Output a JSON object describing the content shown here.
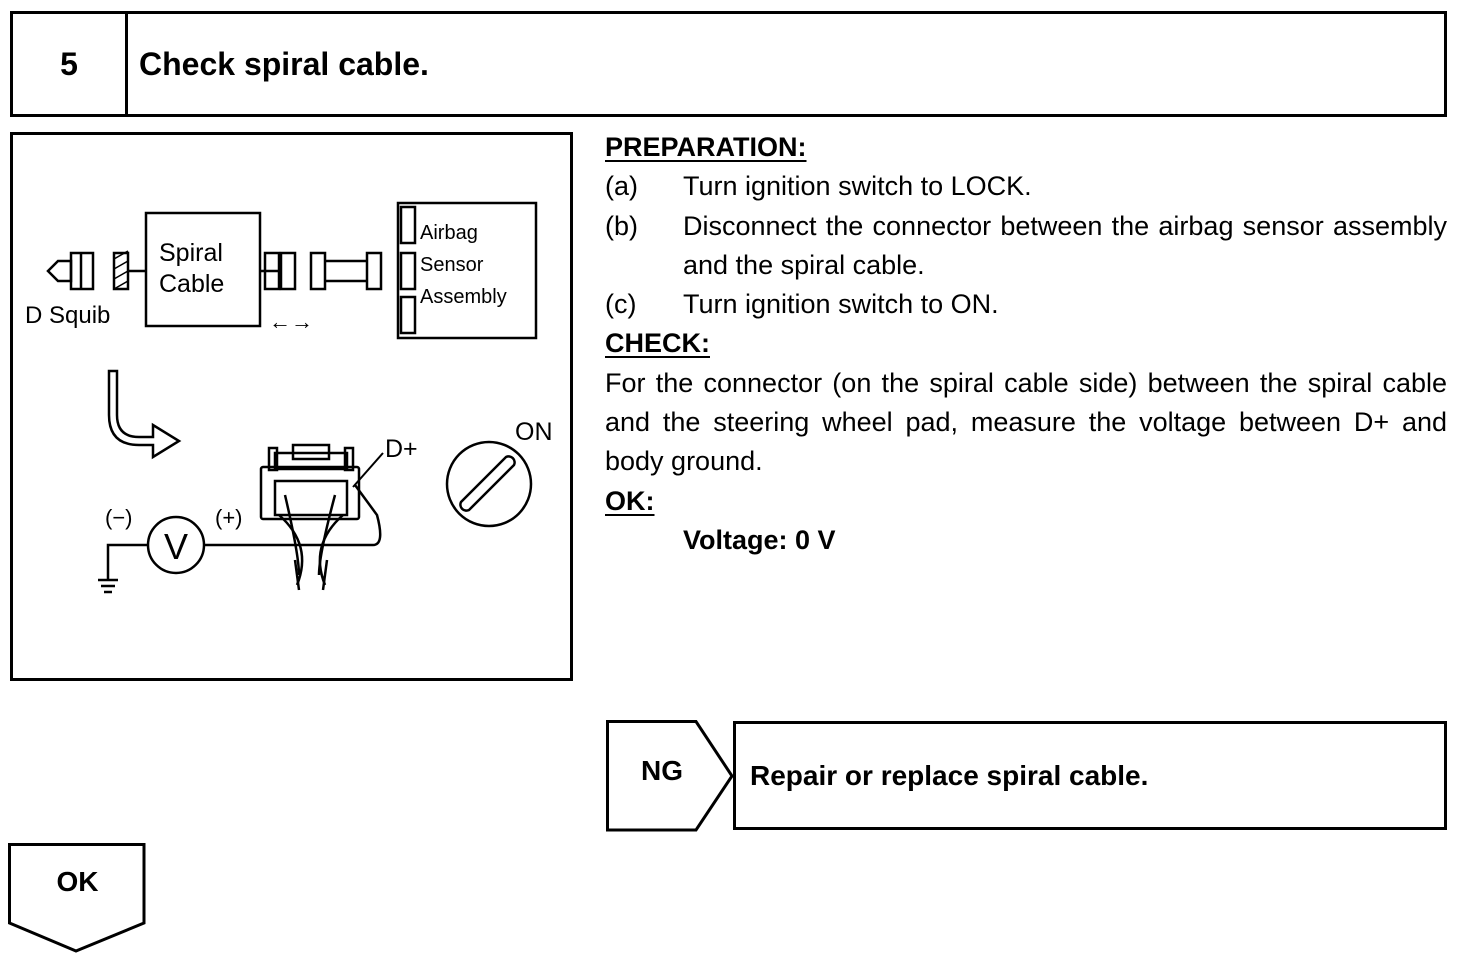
{
  "step": {
    "number": "5",
    "title": "Check spiral cable."
  },
  "figure": {
    "labels": {
      "d_squib": "D Squib",
      "spiral_line1": "Spiral",
      "spiral_line2": "Cable",
      "airbag_line1": "Airbag",
      "airbag_line2": "Sensor",
      "airbag_line3": "Assembly",
      "disconnect_arrows": "←→",
      "d_plus": "D+",
      "on": "ON",
      "minus": "(−)",
      "plus": "(+)",
      "voltmeter": "V"
    }
  },
  "procedure": {
    "preparation_header": "PREPARATION:",
    "items": [
      {
        "label": "(a)",
        "text": "Turn ignition switch to LOCK."
      },
      {
        "label": "(b)",
        "text": "Disconnect the connector between the airbag sensor assembly and the spiral cable."
      },
      {
        "label": "(c)",
        "text": "Turn ignition switch to ON."
      }
    ],
    "check_header": "CHECK:",
    "check_text": "For the connector (on the spiral cable side) between the spiral cable and the steering wheel pad, measure the voltage between D+ and body ground.",
    "ok_header": "OK:",
    "ok_spec": "Voltage: 0 V"
  },
  "results": {
    "ng_label": "NG",
    "ng_action": "Repair or replace spiral cable.",
    "ok_label": "OK"
  }
}
